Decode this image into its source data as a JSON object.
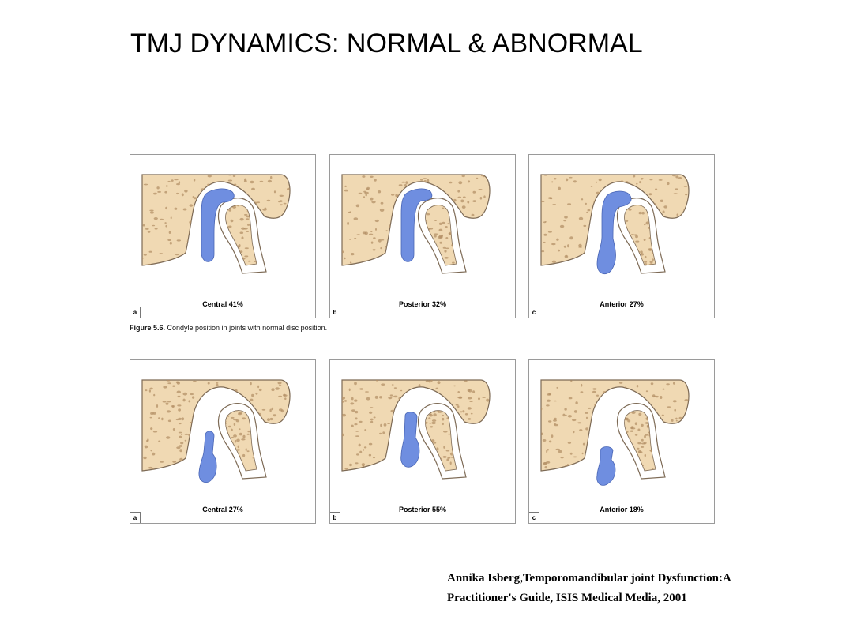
{
  "slide": {
    "title": "TMJ DYNAMICS: NORMAL & ABNORMAL"
  },
  "figure": {
    "caption_label": "Figure 5.6.",
    "caption_text": " Condyle position in joints with normal disc position.",
    "row_normal": [
      {
        "letter": "a",
        "caption": "Central 41%",
        "disc": "central"
      },
      {
        "letter": "b",
        "caption": "Posterior 32%",
        "disc": "posterior"
      },
      {
        "letter": "c",
        "caption": "Anterior 27%",
        "disc": "anterior"
      }
    ],
    "row_abnormal": [
      {
        "letter": "a",
        "caption": "Central 27%",
        "disc": "central-displaced"
      },
      {
        "letter": "b",
        "caption": "Posterior 55%",
        "disc": "posterior-displaced"
      },
      {
        "letter": "c",
        "caption": "Anterior 18%",
        "disc": "anterior-displaced"
      }
    ]
  },
  "citation": {
    "line1": "Annika Isberg,Temporomandibular joint Dysfunction:A",
    "line2": "Practitioner's Guide,  ISIS Medical Media, 2001"
  },
  "colors": {
    "bone": "#f0d9b3",
    "bone_speckle": "#b49067",
    "bone_outline": "#7d6a55",
    "disc": "#6f8ee0",
    "disc_outline": "#4a66b5"
  }
}
